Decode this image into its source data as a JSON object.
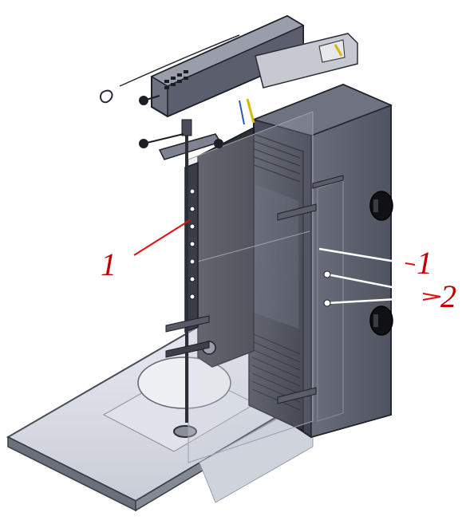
{
  "callouts": [
    {
      "id": "c1",
      "label": "1"
    },
    {
      "id": "c2",
      "label": "1"
    },
    {
      "id": "c3",
      "label": "2"
    }
  ],
  "colors": {
    "leader_red": "#e01010",
    "leader_white": "#ffffff",
    "callout_text": "#c00000",
    "body_dark": "#3b3f4c",
    "body_mid": "#5a5e6c",
    "panel_light": "#d8dde6",
    "metal": "#b9bcc4"
  },
  "icons": [
    "knob-icon",
    "skewer-icon",
    "burner-panel-icon"
  ]
}
